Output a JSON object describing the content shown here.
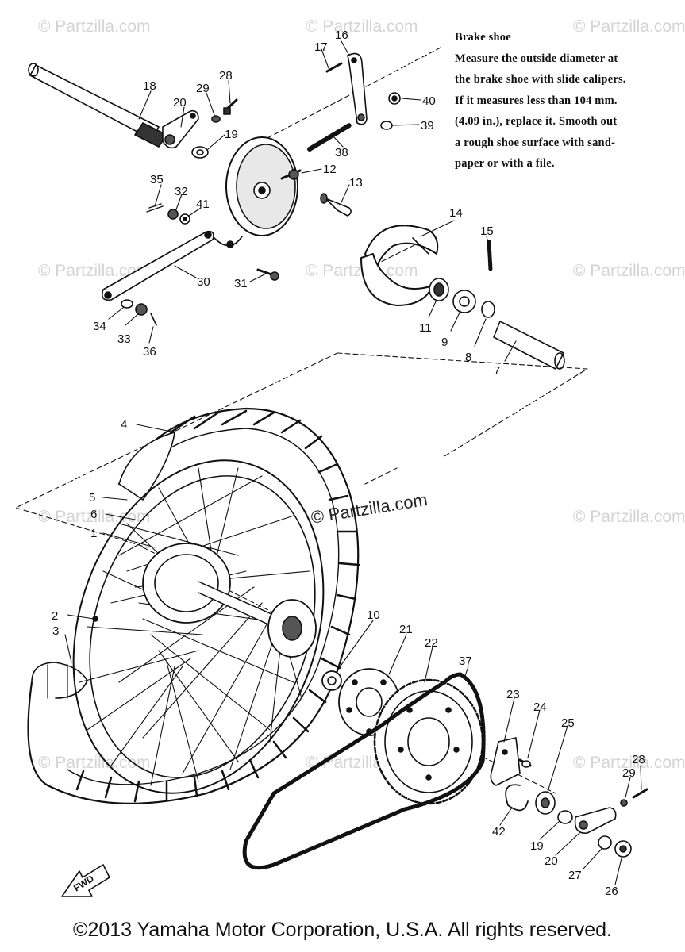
{
  "note": {
    "title": "Brake shoe",
    "lines": [
      "Measure the outside diameter at",
      "the brake shoe with slide calipers.",
      "If it measures less than 104 mm.",
      "(4.09 in.), replace it. Smooth out",
      "a rough shoe surface with sand-",
      "paper or with a file."
    ]
  },
  "watermark": "© Partzilla.com",
  "copyright": "©2013 Yamaha Motor Corporation, U.S.A. All rights reserved.",
  "fwd_label": "FWD",
  "labels": {
    "l1": "1",
    "l2": "2",
    "l3": "3",
    "l4": "4",
    "l5": "5",
    "l6": "6",
    "l7": "7",
    "l8": "8",
    "l9": "9",
    "l10": "10",
    "l11": "11",
    "l12": "12",
    "l13": "13",
    "l14": "14",
    "l15": "15",
    "l16": "16",
    "l17": "17",
    "l18": "18",
    "l19a": "19",
    "l19b": "19",
    "l20a": "20",
    "l20b": "20",
    "l21": "21",
    "l22": "22",
    "l23": "23",
    "l24": "24",
    "l25": "25",
    "l26": "26",
    "l27": "27",
    "l28a": "28",
    "l28b": "28",
    "l29a": "29",
    "l29b": "29",
    "l30": "30",
    "l31": "31",
    "l32": "32",
    "l33": "33",
    "l34": "34",
    "l35": "35",
    "l36": "36",
    "l37": "37",
    "l38": "38",
    "l39": "39",
    "l40": "40",
    "l41": "41",
    "l42": "42"
  }
}
